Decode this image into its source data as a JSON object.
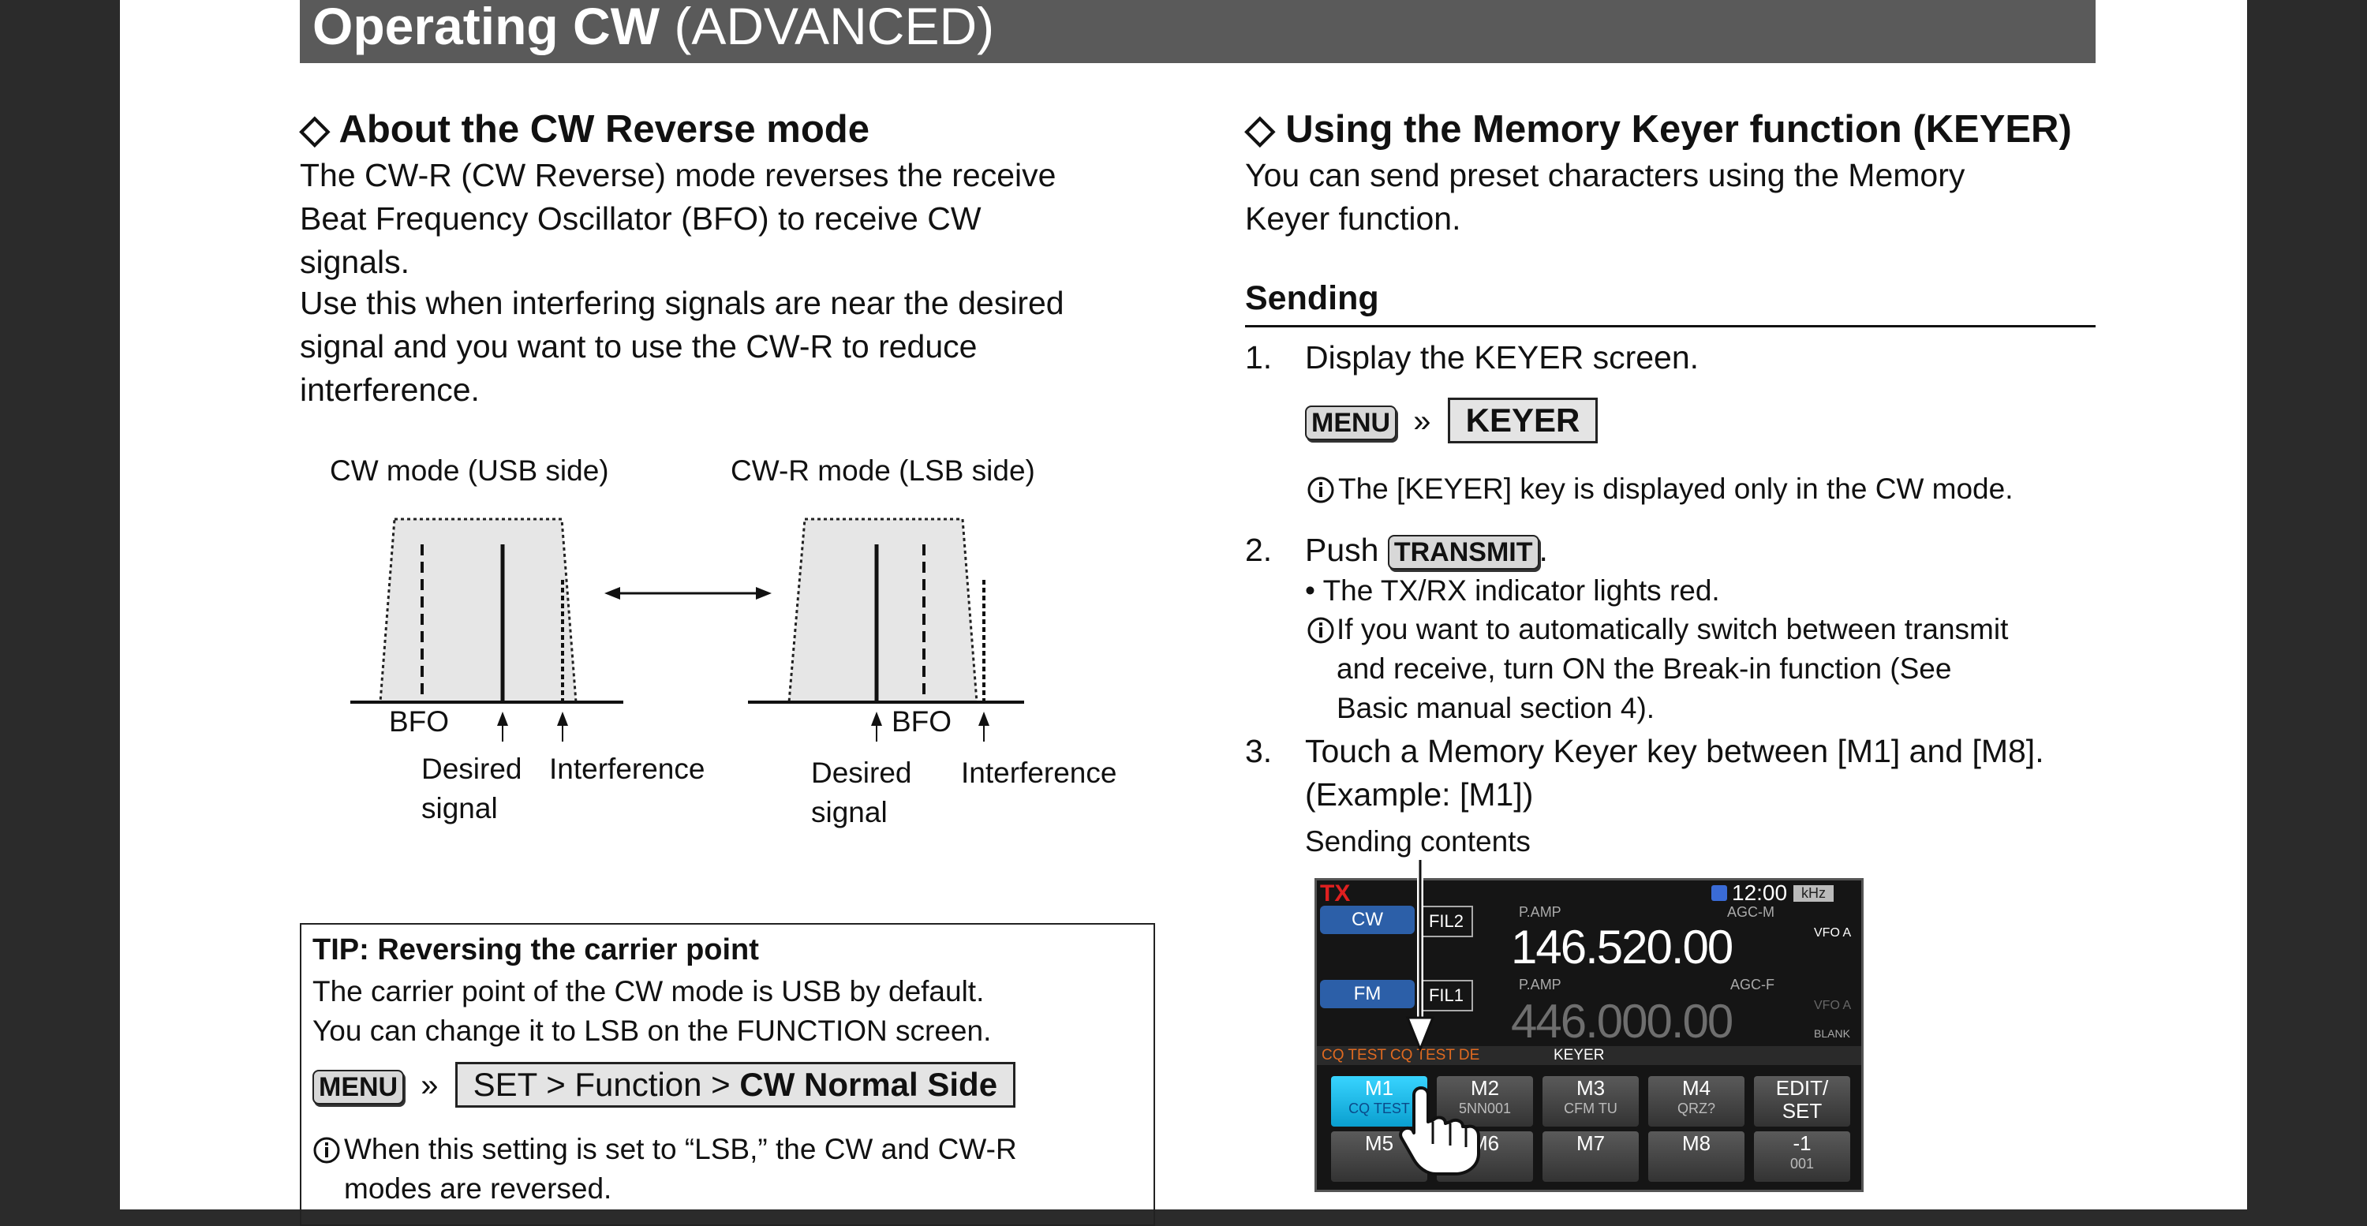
{
  "header": {
    "title_bold": "Operating CW",
    "title_rest": " (ADVANCED)"
  },
  "left": {
    "heading": "◇ About the CW Reverse mode",
    "para1": [
      "The CW-R (CW Reverse) mode reverses the receive",
      "Beat Frequency Oscillator (BFO) to receive CW",
      "signals."
    ],
    "para2": [
      "Use this when interfering signals are near the desired",
      "signal and you want to use the CW-R to reduce",
      "interference."
    ],
    "diagram": {
      "cw_label": "CW mode (USB side)",
      "cwr_label": "CW-R mode (LSB side)",
      "bfo": "BFO",
      "desired": [
        "Desired",
        "signal"
      ],
      "interference": "Interference"
    },
    "tip": {
      "title": "TIP: Reversing the carrier point",
      "line1": "The carrier point of the CW mode is USB by default.",
      "line2": "You can change it to LSB on the FUNCTION screen.",
      "menu_key": "MENU",
      "sep": "»",
      "path_plain": "SET > Function > ",
      "path_bold": "CW Normal Side",
      "note_icon": "info-icon",
      "note": [
        "When this setting is set to “LSB,” the CW and CW-R",
        "modes are reversed."
      ]
    }
  },
  "right": {
    "heading": "◇ Using the Memory Keyer function (KEYER)",
    "intro": [
      "You can send preset characters using the Memory",
      "Keyer function."
    ],
    "section": "Sending",
    "steps": [
      {
        "num": "1.",
        "text": "Display the KEYER screen."
      },
      {
        "num": "2.",
        "text": "Push "
      },
      {
        "num": "3.",
        "text": "Touch a Memory Keyer key between [M1] and [M8].",
        "text2": "(Example: [M1])"
      }
    ],
    "menu_key": "MENU",
    "sep": "»",
    "keyer_key": "KEYER",
    "note1": "The [KEYER] key is displayed only in the CW mode.",
    "transmit_key": "TRANSMIT",
    "bullet": "• The TX/RX indicator lights red.",
    "note2": [
      "If you want to automatically switch between transmit",
      "and receive, turn ON the Break-in function (See",
      "Basic manual section 4)."
    ],
    "sending_contents": "Sending contents",
    "screen": {
      "tx": "TX",
      "time": "12:00",
      "khz": "kHz",
      "mode1": "CW",
      "fil1": "FIL2",
      "pamp": "P.AMP",
      "agc1": "AGC-M",
      "freq1": "146.520.00",
      "vfo1": "VFO A",
      "mode2": "FM",
      "fil2": "FIL1",
      "agc2": "AGC-F",
      "freq2": "446.000.00",
      "vfo2": "VFO A",
      "blank": "BLANK",
      "cq": "CQ TEST CQ TEST DE",
      "keyer": "KEYER",
      "keys": [
        {
          "label": "M1",
          "sub": "CQ TEST"
        },
        {
          "label": "M2",
          "sub": "5NN001"
        },
        {
          "label": "M3",
          "sub": "CFM TU"
        },
        {
          "label": "M4",
          "sub": "QRZ?"
        },
        {
          "label": "EDIT/",
          "sub": "SET"
        },
        {
          "label": "M5",
          "sub": ""
        },
        {
          "label": "M6",
          "sub": ""
        },
        {
          "label": "M7",
          "sub": ""
        },
        {
          "label": "M8",
          "sub": ""
        },
        {
          "label": "-1",
          "sub": "001"
        }
      ]
    }
  }
}
